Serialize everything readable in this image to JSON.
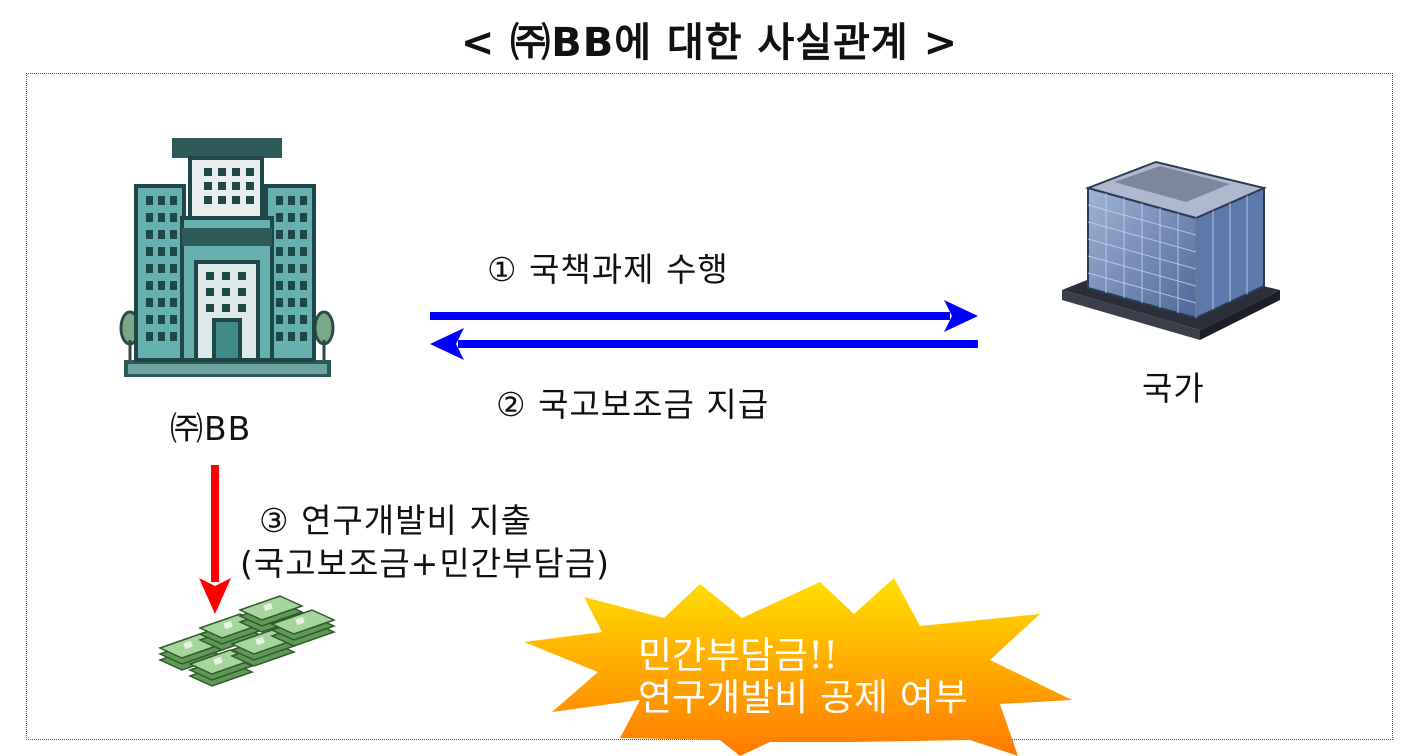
{
  "title": "< ㈜BB에 대한 사실관계 >",
  "nodes": {
    "company": {
      "label": "㈜BB",
      "icon": "company-building-icon"
    },
    "state": {
      "label": "국가",
      "icon": "government-building-icon"
    },
    "money": {
      "icon": "money-stack-icon"
    }
  },
  "edges": {
    "task": {
      "label": "① 국책과제 수행",
      "color": "#0000ff"
    },
    "subsidy": {
      "label": "② 국고보조금 지급",
      "color": "#0000ff"
    },
    "rnd": {
      "label_line1": "③ 연구개발비 지출",
      "label_line2": "(국고보조금+민간부담금)",
      "color": "#ff0000"
    }
  },
  "callout": {
    "line1": "민간부담금!!",
    "line2": "연구개발비 공제 여부",
    "fill": "#ff9900",
    "text_color": "#ffffff"
  }
}
